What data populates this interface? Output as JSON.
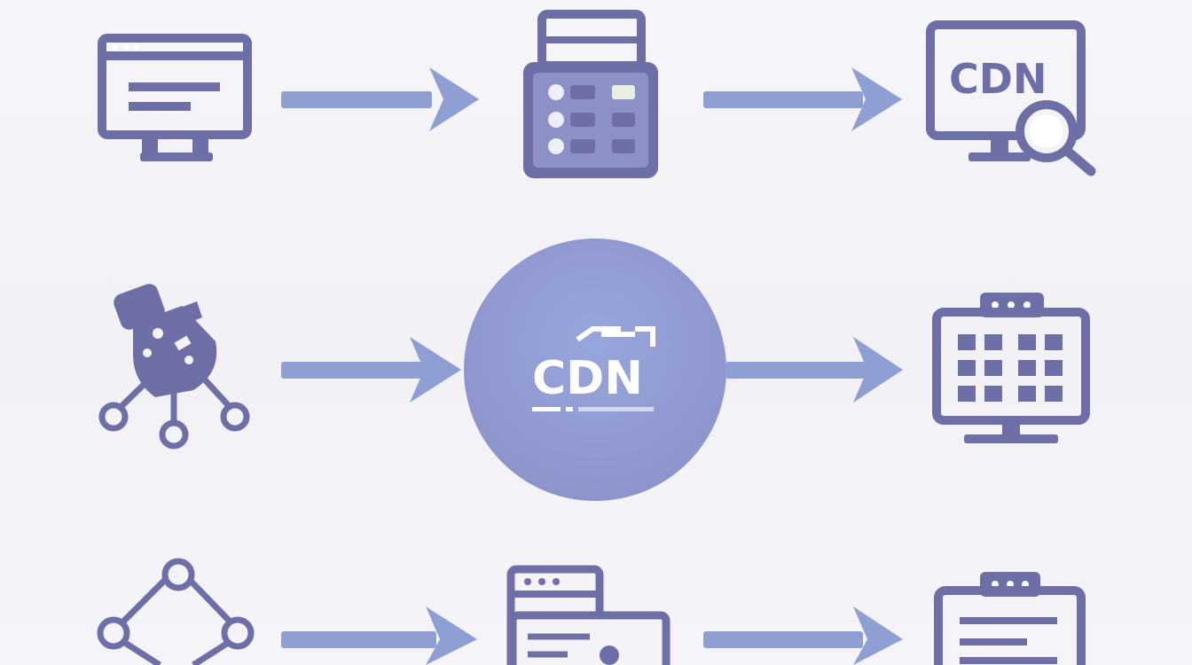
{
  "colors": {
    "icon": "#6f6fa8",
    "icon_dark": "#5f5f98",
    "arrow": "#8f9fd3",
    "circle": "#8f97cd",
    "circle_light": "#97a7dd",
    "background": "#f3f3f8",
    "white": "#ffffff",
    "accent_green": "#e6efe0"
  },
  "flows": [
    {
      "name": "row-1",
      "nodes": [
        {
          "icon": "browser-monitor-icon"
        },
        {
          "icon": "server-panel-icon"
        },
        {
          "icon": "cdn-monitor-search-icon",
          "text": "CDN"
        }
      ]
    },
    {
      "name": "row-2",
      "nodes": [
        {
          "icon": "network-nodes-icon"
        },
        {
          "icon": "cdn-circle-icon",
          "text": "CDN"
        },
        {
          "icon": "grid-monitor-icon"
        }
      ]
    },
    {
      "name": "row-3",
      "nodes": [
        {
          "icon": "diamond-network-icon"
        },
        {
          "icon": "browser-window-icon"
        },
        {
          "icon": "document-window-icon"
        }
      ]
    }
  ],
  "labels": {
    "cdn_monitor": "CDN",
    "cdn_center": "CDN"
  }
}
